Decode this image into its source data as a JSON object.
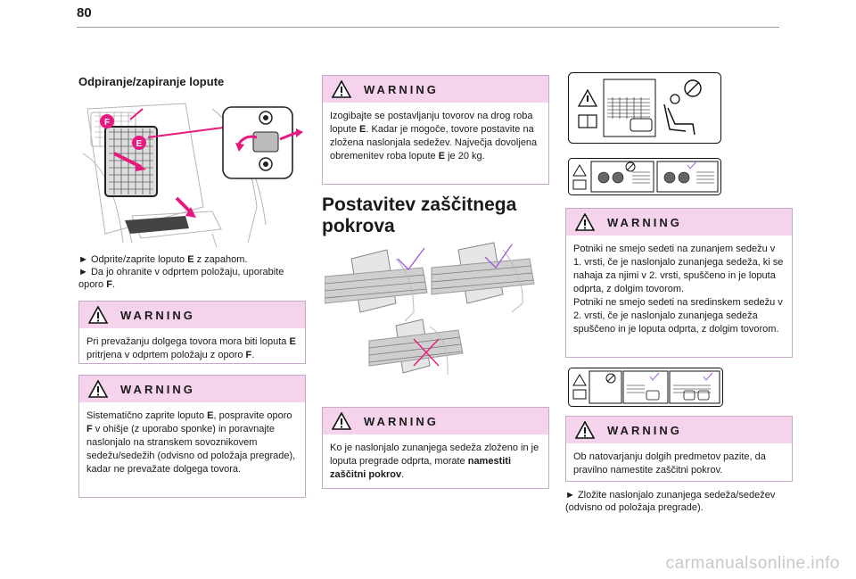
{
  "page": {
    "number": "80",
    "watermark": "carmanualsonline.info"
  },
  "warning_label": "WARNING",
  "col1": {
    "heading": "Odpiranje/zapiranje lopute",
    "steps": [
      {
        "arrow": "►",
        "pre": " Odprite/zaprite loputo ",
        "bold": "E",
        "post": " z zapahom."
      },
      {
        "arrow": "►",
        "pre": " Da jo ohranite v odprtem položaju, uporabite oporo ",
        "bold": "F",
        "post": "."
      }
    ],
    "labels": {
      "f": "F",
      "e": "E"
    },
    "warn1": {
      "t1": "Pri prevažanju dolgega tovora mora biti loputa ",
      "b1": "E",
      "t2": " pritrjena v odprtem položaju z oporo ",
      "b2": "F",
      "t3": "."
    },
    "warn2": {
      "t1": "Sistematično zaprite loputo ",
      "b1": "E",
      "t2": ", pospravite oporo ",
      "b2": "F",
      "t3": " v ohišje (z uporabo sponke) in poravnajte naslonjalo na stranskem sovoznikovem sedežu/sedežih (odvisno od položaja pregrade), kadar ne prevažate dolgega tovora."
    }
  },
  "col2": {
    "warn1": {
      "t1": "Izogibajte se postavljanju tovorov na drog roba lopute ",
      "b1": "E",
      "t2": ". Kadar je mogoče, tovore postavite na zložena naslonjala sedežev. Največja dovoljena obremenitev roba lopute ",
      "b2": "E",
      "t3": " je 20 kg."
    },
    "heading_line1": "Postavitev zaščitnega",
    "heading_line2": "pokrova",
    "warn2": {
      "t1": "Ko je naslonjalo zunanjega sedeža zloženo in je loputa pregrade odprta, morate ",
      "b1": "namestiti zaščitni pokrov",
      "t2": "."
    }
  },
  "col3": {
    "warn1": "Potniki ne smejo sedeti na zunanjem sedežu v 1. vrsti, če je naslonjalo zunanjega sedeža, ki se nahaja za njimi v 2. vrsti, spuščeno in je loputa odprta, z dolgim tovorom.\nPotniki ne smejo sedeti na sredinskem sedežu v 2. vrsti, če je naslonjalo zunanjega sedeža spuščeno in je loputa odprta, z dolgim tovorom.",
    "warn2": "Ob natovarjanju dolgih predmetov pazite, da pravilno namestite zaščitni pokrov.",
    "step": {
      "arrow": "►",
      "text": " Zložite naslonjalo zunanjega sedeža/sedežev (odvisno od položaja pregrade)."
    }
  },
  "colors": {
    "warning_bg": "#f6d3ec",
    "accent_magenta": "#e6197f",
    "check_violet": "#a060d8"
  }
}
